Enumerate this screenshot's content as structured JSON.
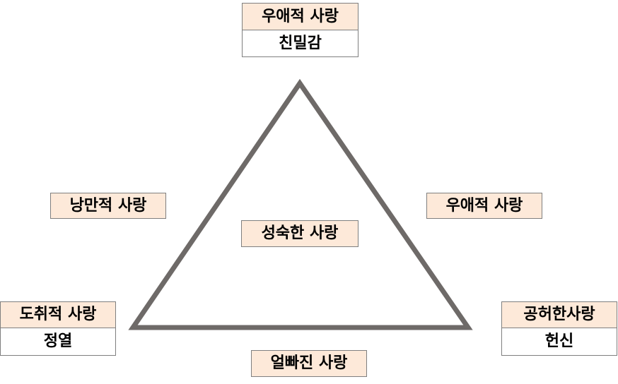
{
  "diagram": {
    "top": {
      "title": "우애적 사랑",
      "sub": "친밀감"
    },
    "left_mid": {
      "title": "낭만적 사랑"
    },
    "right_mid": {
      "title": "우애적 사랑"
    },
    "center": {
      "title": "성숙한 사랑"
    },
    "bottom_left": {
      "title": "도취적 사랑",
      "sub": "정열"
    },
    "bottom_right": {
      "title": "공허한사랑",
      "sub": "헌신"
    },
    "bottom": {
      "title": "얼빠진 사랑"
    },
    "colors": {
      "box_fill": "#fde9d9",
      "box_border": "#7f7f7f",
      "triangle_stroke": "#6e6a68"
    }
  }
}
